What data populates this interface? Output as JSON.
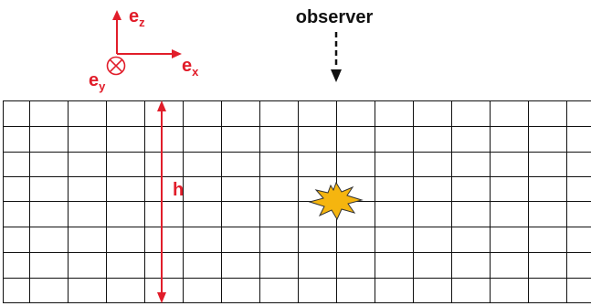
{
  "observer_label": "observer",
  "axes": {
    "z": {
      "base": "e",
      "sub": "z"
    },
    "x": {
      "base": "e",
      "sub": "x"
    },
    "y": {
      "base": "e",
      "sub": "y"
    }
  },
  "depth_label": "h",
  "colors": {
    "axis": "#e11d2a",
    "grid": "#111111",
    "observer": "#111111",
    "burst_fill": "#f5b50f",
    "burst_stroke": "#333333"
  },
  "icons": {
    "observer_arrow": "dashed-down-arrow-icon",
    "burst": "starburst-explosion-icon",
    "y_axis": "into-page-circle-x-icon"
  }
}
